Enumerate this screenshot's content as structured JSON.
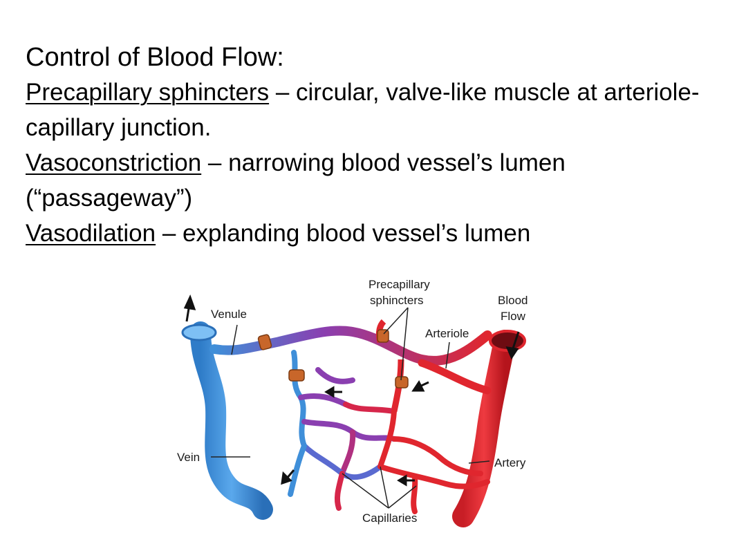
{
  "slide": {
    "title": "Control of Blood Flow:",
    "items": [
      {
        "term": "Precapillary sphincters",
        "desc": " – circular, valve-like muscle at arteriole-capillary junction."
      },
      {
        "term": "Vasoconstriction",
        "desc": " – narrowing  blood vessel’s lumen (“passageway”)"
      },
      {
        "term": "Vasodilation",
        "desc": " – explanding blood vessel’s lumen"
      }
    ]
  },
  "diagram": {
    "labels": {
      "precapillary_1": "Precapillary",
      "precapillary_2": "sphincters",
      "venule": "Venule",
      "arteriole": "Arteriole",
      "blood_flow_1": "Blood",
      "blood_flow_2": "Flow",
      "vein": "Vein",
      "artery": "Artery",
      "capillaries": "Capillaries"
    },
    "colors": {
      "vein": "#3f8fd9",
      "artery": "#e0262e",
      "mixed": "#8a3fb0",
      "sphincter": "#c8662a"
    }
  }
}
